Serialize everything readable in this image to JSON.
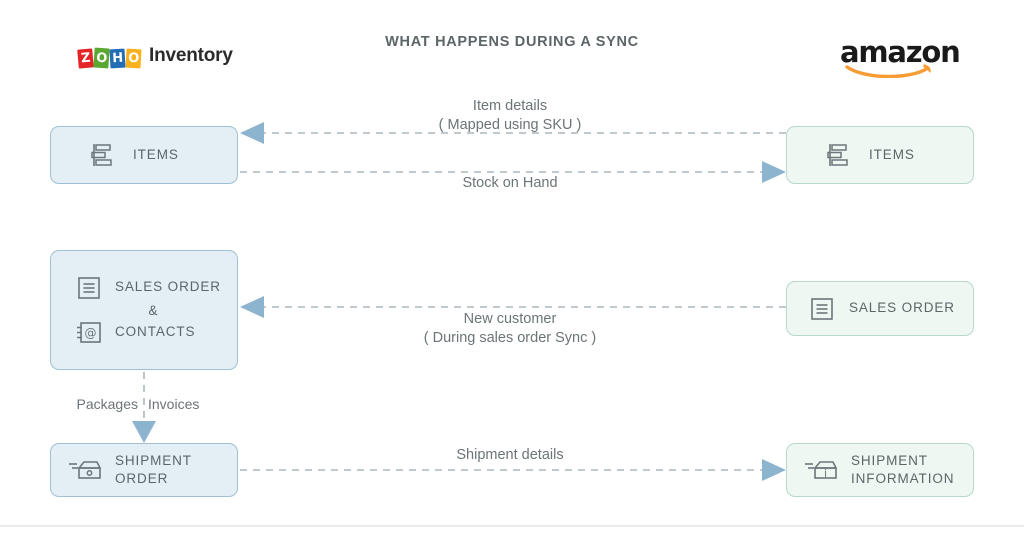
{
  "header": {
    "title": "WHAT HAPPENS DURING A SYNC",
    "left_brand": {
      "name": "zoho-inventory-logo",
      "tiles": [
        "Z",
        "O",
        "H",
        "O"
      ],
      "word": "Inventory",
      "colors": {
        "z": "#e42527",
        "o1": "#5aa832",
        "h": "#226db4",
        "o2": "#f9b21d",
        "word": "#2b2b2b"
      }
    },
    "right_brand": {
      "name": "amazon-logo",
      "word": "amazon",
      "smile_color": "#f79b34",
      "word_color": "#1a1a1a"
    }
  },
  "theme": {
    "left_fill": "#e3eef5",
    "left_border": "#9fc0d4",
    "right_fill": "#eef7f2",
    "right_border": "#b8d8cb",
    "arrow_color": "#8cb4cf",
    "dash_color": "#aab7bd",
    "text_color": "#5d6568",
    "title_color": "#5d6568"
  },
  "nodes": {
    "items_left": {
      "label": "ITEMS",
      "icon": "stacked-bars-icon",
      "side": "left"
    },
    "items_right": {
      "label": "ITEMS",
      "icon": "stacked-bars-icon",
      "side": "right"
    },
    "sales_order_left": {
      "label_primary": "SALES ORDER",
      "conjunction": "&",
      "label_secondary": "CONTACTS",
      "icon_primary": "document-lines-icon",
      "icon_secondary": "address-book-at-icon",
      "side": "left"
    },
    "sales_order_right": {
      "label": "SALES ORDER",
      "icon": "document-lines-icon",
      "side": "right"
    },
    "shipment_left": {
      "label": "SHIPMENT\nORDER",
      "icon": "shipment-box-icon",
      "side": "left"
    },
    "shipment_right": {
      "label": "SHIPMENT\nINFORMATION",
      "icon": "shipment-box-info-icon",
      "side": "right"
    }
  },
  "connectors": {
    "item_details": {
      "text": "Item details\n( Mapped using SKU )",
      "direction": "right-to-left"
    },
    "stock_on_hand": {
      "text": "Stock on Hand",
      "direction": "left-to-right"
    },
    "new_customer": {
      "text": "New customer\n( During sales order Sync )",
      "direction": "right-to-left"
    },
    "shipment_details": {
      "text": "Shipment details",
      "direction": "left-to-right"
    },
    "packages": {
      "text": "Packages",
      "direction": "downward"
    },
    "invoices": {
      "text": "Invoices",
      "direction": "downward"
    }
  }
}
